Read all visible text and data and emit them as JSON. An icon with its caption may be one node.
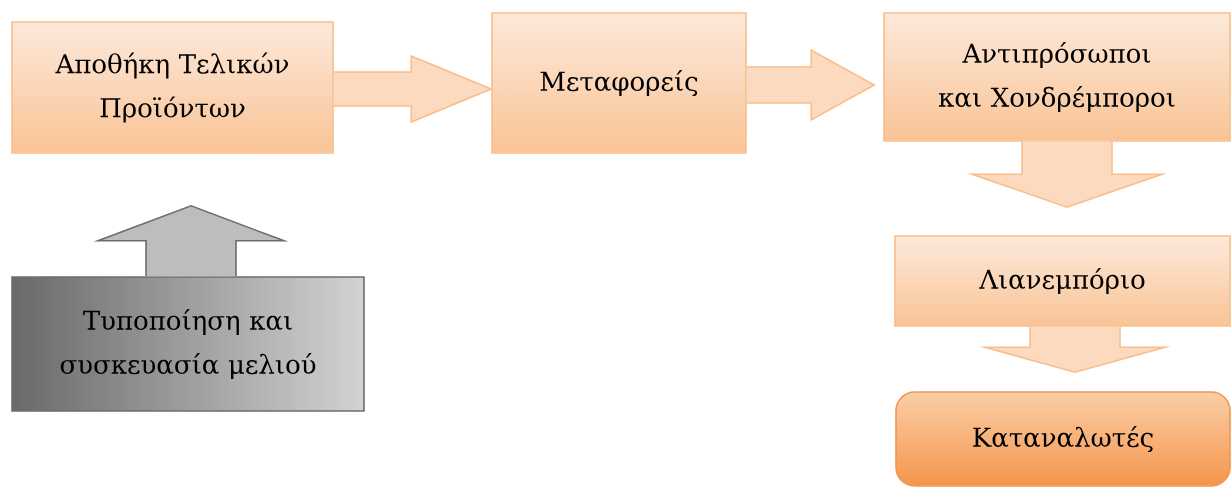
{
  "diagram": {
    "nodes": [
      {
        "text": [
          "Αποθήκη Τελικών Προϊόντων"
        ]
      },
      {
        "text": [
          "Μεταφορείς"
        ]
      },
      {
        "text": [
          "Αντιπρόσωποι και Χονδρέμποροι"
        ]
      },
      {
        "text": [
          "Τυποποίηση και συσκευασία μελιού"
        ]
      },
      {
        "text": [
          "Λιανεμπόριο"
        ]
      },
      {
        "text": [
          "Καταναλωτές"
        ]
      }
    ],
    "edges": [
      {
        "from": 0,
        "to": 1,
        "arrow": "to"
      },
      {
        "from": 1,
        "to": 2,
        "arrow": "to"
      },
      {
        "from": 2,
        "to": 4,
        "arrow": "to"
      },
      {
        "from": 4,
        "to": 5,
        "arrow": "to"
      },
      {
        "from": 3,
        "to": 0,
        "arrow": "to",
        "color": "#6d6d6d"
      }
    ]
  }
}
